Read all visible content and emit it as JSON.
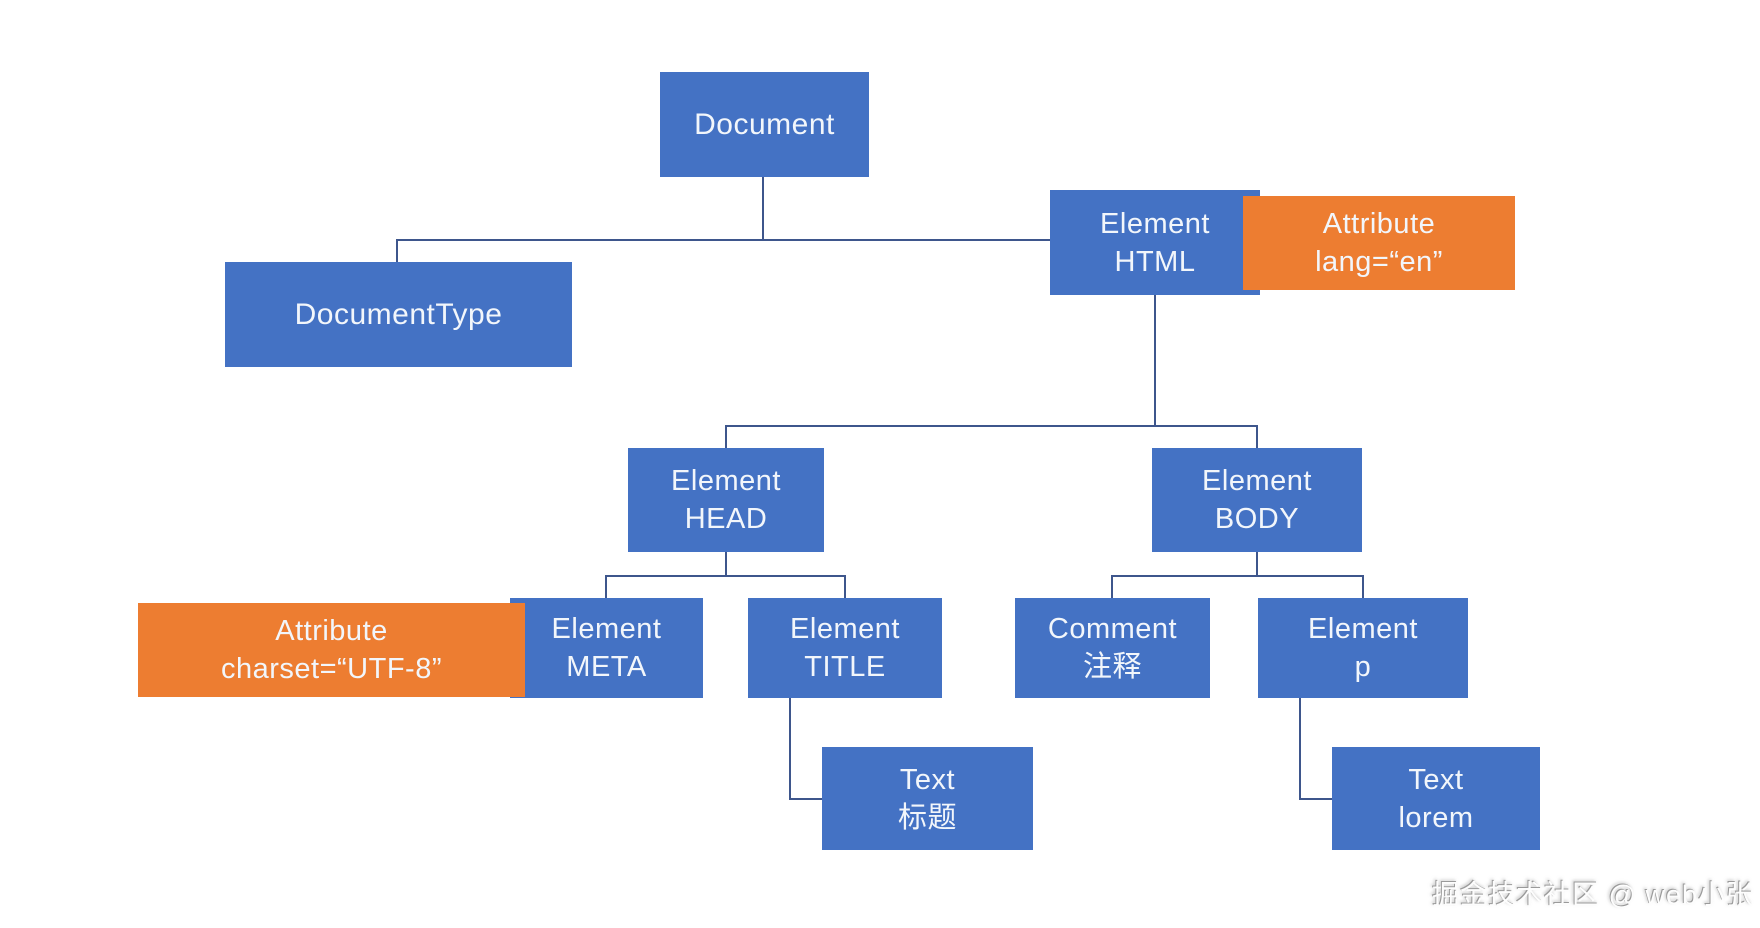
{
  "colors": {
    "node_fill": "#4472C4",
    "attribute_fill": "#ED7D31",
    "connector": "#3E568C",
    "node_text": "#F2F6FB",
    "watermark": "#FDFDFD"
  },
  "nodes": {
    "document": {
      "label": "Document"
    },
    "document_type": {
      "label": "DocumentType"
    },
    "element_html": {
      "line1": "Element",
      "line2": "HTML"
    },
    "attribute_lang": {
      "line1": "Attribute",
      "line2": "lang=“en”"
    },
    "element_head": {
      "line1": "Element",
      "line2": "HEAD"
    },
    "element_body": {
      "line1": "Element",
      "line2": "BODY"
    },
    "attribute_charset": {
      "line1": "Attribute",
      "line2": "charset=“UTF-8”"
    },
    "element_meta": {
      "line1": "Element",
      "line2": "META"
    },
    "element_title": {
      "line1": "Element",
      "line2": "TITLE"
    },
    "comment": {
      "line1": "Comment",
      "line2": "注释"
    },
    "element_p": {
      "line1": "Element",
      "line2": "p"
    },
    "text_title": {
      "line1": "Text",
      "line2": "标题"
    },
    "text_lorem": {
      "line1": "Text",
      "line2": "lorem"
    }
  },
  "edges": [
    [
      "Document",
      "DocumentType"
    ],
    [
      "Document",
      "Element HTML"
    ],
    [
      "Element HTML",
      "Attribute lang=“en”"
    ],
    [
      "Element HTML",
      "Element HEAD"
    ],
    [
      "Element HTML",
      "Element BODY"
    ],
    [
      "Element HEAD",
      "Element META"
    ],
    [
      "Element HEAD",
      "Element TITLE"
    ],
    [
      "Element META",
      "Attribute charset=“UTF-8”"
    ],
    [
      "Element TITLE",
      "Text 标题"
    ],
    [
      "Element BODY",
      "Comment 注释"
    ],
    [
      "Element BODY",
      "Element p"
    ],
    [
      "Element p",
      "Text lorem"
    ]
  ],
  "watermark": {
    "text": "掘金技术社区 @ web小张"
  }
}
